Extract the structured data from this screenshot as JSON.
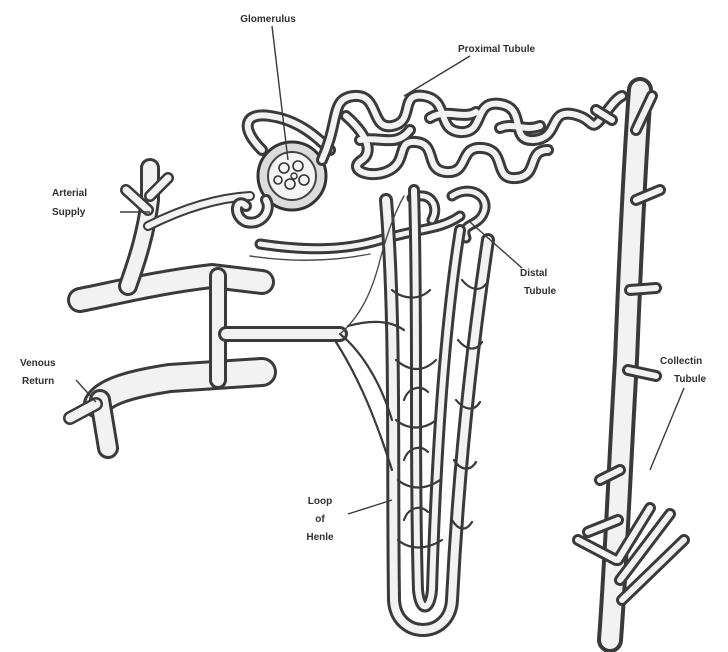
{
  "labels": {
    "glomerulus": "Glomerulus",
    "proximal_tubule": "Proximal Tubule",
    "arterial_supply_1": "Arterial",
    "arterial_supply_2": "Supply",
    "distal_tubule_1": "Distal",
    "distal_tubule_2": "Tubule",
    "venous_return_1": "Venous",
    "venous_return_2": "Return",
    "collecting_tubule_1": "Collectin",
    "collecting_tubule_2": "Tubule",
    "loop_of_henle_1": "Loop",
    "loop_of_henle_2": "of",
    "loop_of_henle_3": "Henle"
  }
}
